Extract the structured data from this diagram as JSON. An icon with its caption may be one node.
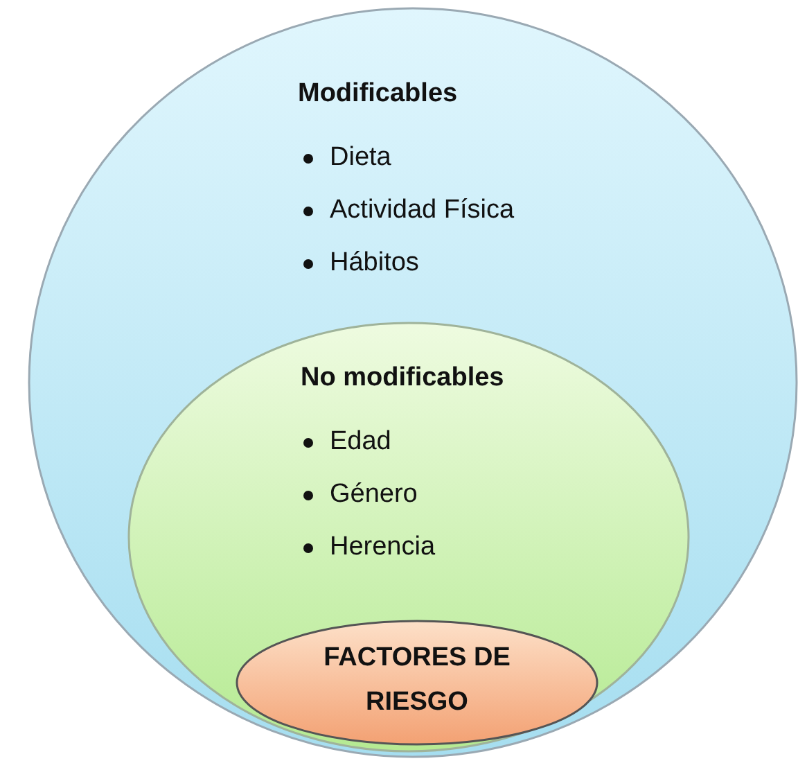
{
  "diagram": {
    "nodes": [
      {
        "text": [
          "Modificables",
          "Dieta",
          "Actividad Física",
          "Hábitos"
        ]
      },
      {
        "text": [
          "No modificables",
          "Edad",
          "Género",
          "Herencia"
        ],
        "in": 0
      },
      {
        "text": [
          "FACTORES DE RIESGO"
        ],
        "in": 1
      }
    ]
  }
}
